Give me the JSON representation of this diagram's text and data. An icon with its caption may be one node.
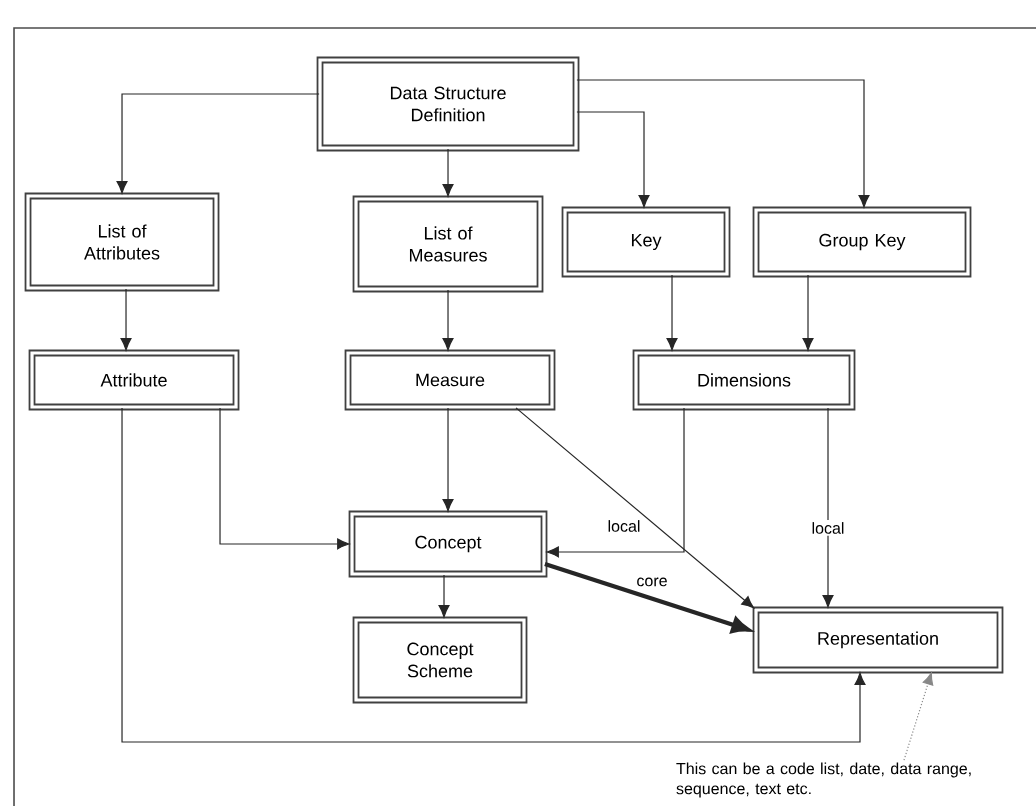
{
  "diagram": {
    "nodes": [
      {
        "text": [
          "Data Structure Definition"
        ]
      },
      {
        "text": [
          "List of Attributes"
        ]
      },
      {
        "text": [
          "List of Measures"
        ]
      },
      {
        "text": [
          "Key"
        ]
      },
      {
        "text": [
          "Group Key"
        ]
      },
      {
        "text": [
          "Attribute"
        ]
      },
      {
        "text": [
          "Measure"
        ]
      },
      {
        "text": [
          "Dimensions"
        ]
      },
      {
        "text": [
          "Concept"
        ]
      },
      {
        "text": [
          "Concept Scheme"
        ]
      },
      {
        "text": [
          "Representation"
        ]
      },
      {
        "text": [
          "This can be a code list, date, data range, sequence, text etc."
        ]
      }
    ],
    "edges": [
      {
        "from": 0,
        "to": 1,
        "arrow": "to"
      },
      {
        "from": 0,
        "to": 2,
        "arrow": "to"
      },
      {
        "from": 0,
        "to": 3,
        "arrow": "to"
      },
      {
        "from": 0,
        "to": 4,
        "arrow": "to"
      },
      {
        "from": 1,
        "to": 5,
        "arrow": "to"
      },
      {
        "from": 2,
        "to": 6,
        "arrow": "to"
      },
      {
        "from": 3,
        "to": 7,
        "arrow": "to"
      },
      {
        "from": 4,
        "to": 7,
        "arrow": "to"
      },
      {
        "from": 5,
        "to": 8,
        "arrow": "to"
      },
      {
        "from": 6,
        "to": 8,
        "arrow": "to"
      },
      {
        "from": 7,
        "to": 8,
        "arrow": "to",
        "label": "local"
      },
      {
        "from": 6,
        "to": 10,
        "arrow": "to"
      },
      {
        "from": 8,
        "to": 10,
        "arrow": "to",
        "label": "core",
        "style": "thick"
      },
      {
        "from": 7,
        "to": 10,
        "arrow": "to",
        "label": "local"
      },
      {
        "from": 5,
        "to": 10,
        "arrow": "to"
      },
      {
        "from": 8,
        "to": 9,
        "arrow": "to"
      },
      {
        "from": 11,
        "to": 10,
        "arrow": "to",
        "style": "dashed",
        "color": "#888888"
      }
    ]
  }
}
